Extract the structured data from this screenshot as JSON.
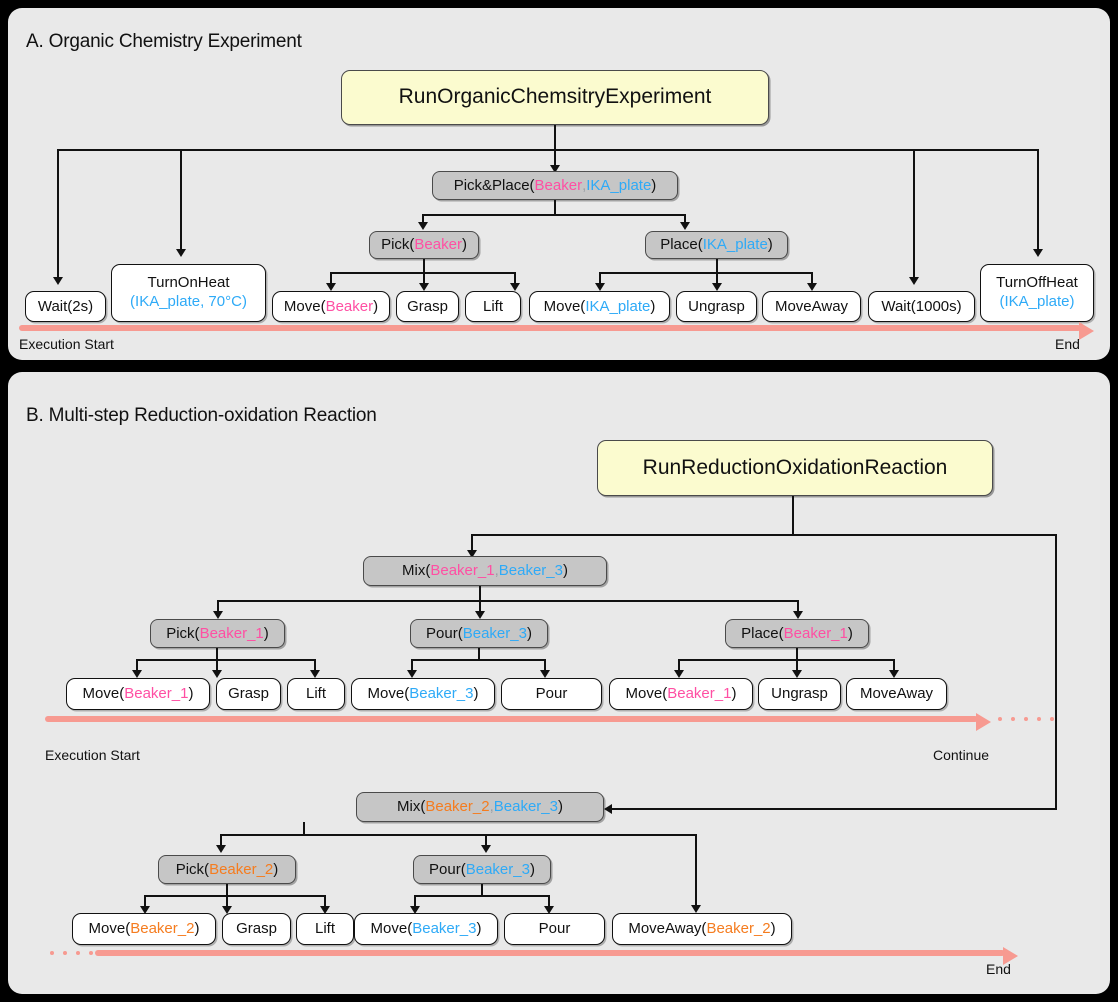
{
  "figure": {
    "background": "#000000",
    "panel_bg": "#e9e9e9",
    "root_fill": "#fbfbcf",
    "mid_fill": "#c6c6c6",
    "leaf_fill": "#ffffff",
    "timeline_color": "#f79a91",
    "color_pink": "#ff4fa3",
    "color_blue": "#2eaaf7",
    "color_orange": "#f57c1f"
  },
  "panel_a": {
    "title": "A. Organic Chemistry Experiment",
    "root": "RunOrganicChemsitryExperiment",
    "mid_pickplace": {
      "fn": "Pick&Place(",
      "a1": "Beaker",
      "sep": ", ",
      "a2": "IKA_plate",
      "close": ")"
    },
    "mid_pick": {
      "fn": "Pick(",
      "a1": "Beaker",
      "close": ")"
    },
    "mid_place": {
      "fn": "Place(",
      "a1": "IKA_plate",
      "close": ")"
    },
    "leaf_wait2s": "Wait(2s)",
    "leaf_turnonheat": {
      "l1": "TurnOnHeat",
      "l2": "(IKA_plate, 70°C)"
    },
    "leaf_move_beaker": {
      "fn": "Move(",
      "a1": "Beaker",
      "close": ")"
    },
    "leaf_grasp": "Grasp",
    "leaf_lift": "Lift",
    "leaf_move_ika": {
      "fn": "Move(",
      "a1": "IKA_plate",
      "close": ")"
    },
    "leaf_ungrasp": "Ungrasp",
    "leaf_moveaway": "MoveAway",
    "leaf_wait1000s": "Wait(1000s)",
    "leaf_turnoffheat": {
      "l1": "TurnOffHeat",
      "l2": "(IKA_plate)"
    },
    "timeline_start": "Execution Start",
    "timeline_end": "End"
  },
  "panel_b": {
    "title": "B. Multi-step Reduction-oxidation Reaction",
    "root": "RunReductionOxidationReaction",
    "row1": {
      "mid_mix": {
        "fn": "Mix(",
        "a1": "Beaker_1",
        "sep": ", ",
        "a2": "Beaker_3",
        "close": ")"
      },
      "mid_pick": {
        "fn": "Pick(",
        "a1": "Beaker_1",
        "close": ")"
      },
      "mid_pour": {
        "fn": "Pour(",
        "a1": "Beaker_3",
        "close": ")"
      },
      "mid_place": {
        "fn": "Place(",
        "a1": "Beaker_1",
        "close": ")"
      },
      "leaf_move_b1": {
        "fn": "Move(",
        "a1": "Beaker_1",
        "close": ")"
      },
      "leaf_grasp": "Grasp",
      "leaf_lift": "Lift",
      "leaf_move_b3": {
        "fn": "Move(",
        "a1": "Beaker_3",
        "close": ")"
      },
      "leaf_pour": "Pour",
      "leaf_move_b1b": {
        "fn": "Move(",
        "a1": "Beaker_1",
        "close": ")"
      },
      "leaf_ungrasp": "Ungrasp",
      "leaf_moveaway": "MoveAway"
    },
    "row2": {
      "mid_mix": {
        "fn": "Mix(",
        "a1": "Beaker_2",
        "sep": ", ",
        "a2": "Beaker_3",
        "close": ")"
      },
      "mid_pick": {
        "fn": "Pick(",
        "a1": "Beaker_2",
        "close": ")"
      },
      "mid_pour": {
        "fn": "Pour(",
        "a1": "Beaker_3",
        "close": ")"
      },
      "leaf_move_b2": {
        "fn": "Move(",
        "a1": "Beaker_2",
        "close": ")"
      },
      "leaf_grasp": "Grasp",
      "leaf_lift": "Lift",
      "leaf_move_b3": {
        "fn": "Move(",
        "a1": "Beaker_3",
        "close": ")"
      },
      "leaf_pour": "Pour",
      "leaf_moveaway_b2": {
        "fn": "MoveAway(",
        "a1": "Beaker_2",
        "close": ")"
      }
    },
    "timeline_start": "Execution Start",
    "timeline_continue": "Continue",
    "timeline_end": "End"
  }
}
